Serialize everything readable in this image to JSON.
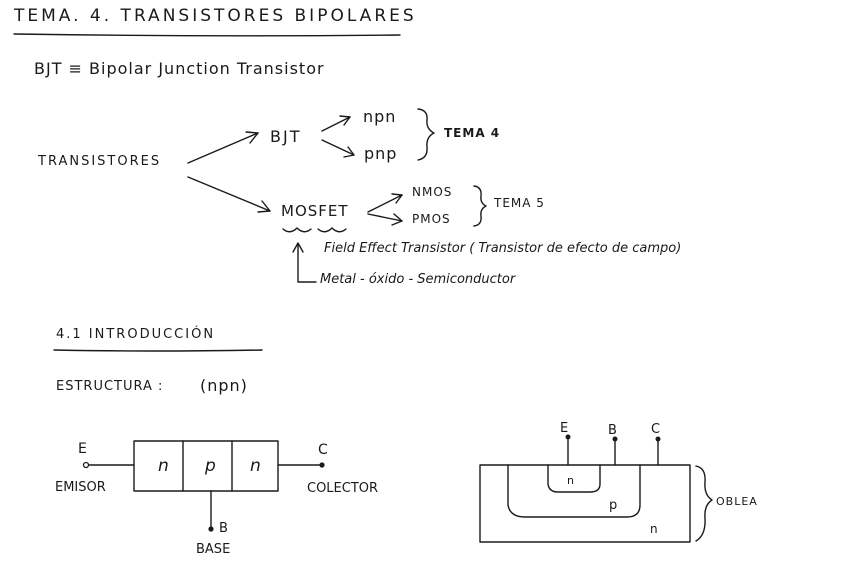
{
  "header": {
    "title": "TEMA. 4. TRANSISTORES BIPOLARES",
    "bjt_definition": "BJT ≡ Bipolar Junction Transistor"
  },
  "tree": {
    "root": "TRANSISTORES",
    "bjt": "BJT",
    "npn": "npn",
    "pnp": "pnp",
    "tema4": "TEMA 4",
    "mosfet": "MOSFET",
    "nmos": "NMOS",
    "pmos": "PMOS",
    "tema5": "TEMA 5",
    "fet": "Field Effect Transistor ( Transistor de efecto de campo)",
    "mos": "Metal - óxido - Semiconductor"
  },
  "section": {
    "heading": "4.1 INTRODUCCIÓN",
    "estructura_label": "ESTRUCTURA :",
    "estructura_value": "(npn)"
  },
  "diagram1": {
    "e_letter": "E",
    "c_letter": "C",
    "b_letter": "B",
    "emisor": "EMISOR",
    "colector": "COLECTOR",
    "base": "BASE",
    "regions": [
      "n",
      "p",
      "n"
    ]
  },
  "diagram2": {
    "e_letter": "E",
    "b_letter": "B",
    "c_letter": "C",
    "inner_n": "n",
    "p_region": "p",
    "outer_n": "n",
    "oblea": "OBLEA"
  }
}
